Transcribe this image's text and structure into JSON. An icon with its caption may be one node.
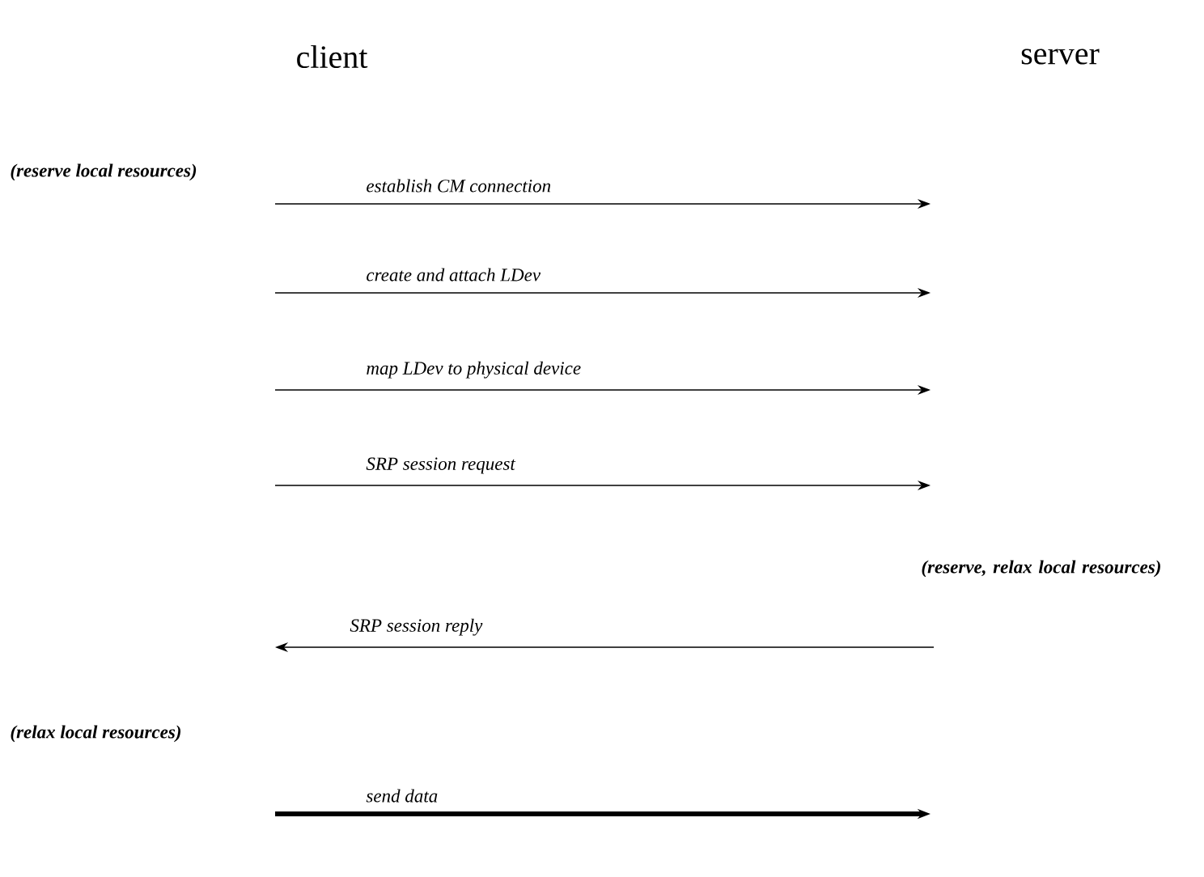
{
  "diagram": {
    "labels": [
      "client",
      "server",
      "(reserve local resources)",
      "establish CM connection",
      "create and attach LDev",
      "map LDev to physical device",
      "SRP session request",
      "(reserve, relax local resources)",
      "SRP session reply",
      "(relax local resources)",
      "send data"
    ]
  }
}
